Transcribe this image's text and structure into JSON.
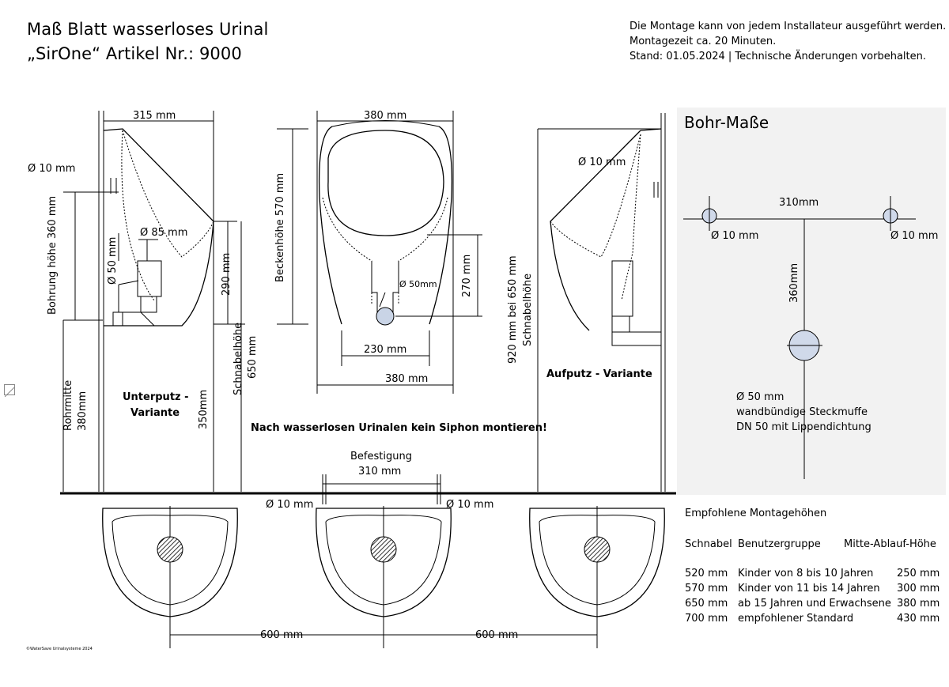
{
  "header": {
    "title_line1": "Maß Blatt wasserloses Urinal",
    "title_line2": "„SirOne“ Artikel Nr.: 9000",
    "note_line1": "Die Montage kann von jedem Installateur ausgeführt werden.",
    "note_line2": "Montagezeit ca. 20 Minuten.",
    "note_line3": "Stand: 01.05.2024 | Technische Änderungen vorbehalten."
  },
  "side_left": {
    "width": "315 mm",
    "drill_dia": "Ø 10 mm",
    "drill_height": "Bohrung höhe 360 mm",
    "dia_85": "Ø 85 mm",
    "dia_50": "Ø 50 mm",
    "h290": "290 mm",
    "h350": "350mm",
    "schnabel": "Schnabelhöhe",
    "schnabel_val": "650 mm",
    "rohrmitte": "Rohrmitte",
    "rohrmitte_val": "380mm",
    "variant_line1": "Unterputz -",
    "variant_line2": "Variante"
  },
  "front": {
    "top_width": "380 mm",
    "basin_height": "Beckenhöhe 570 mm",
    "drain_dia": "Ø 50mm",
    "h270": "270 mm",
    "w230": "230 mm",
    "bottom_width": "380 mm"
  },
  "side_right": {
    "drill_dia": "Ø 10 mm",
    "height_line1": "920 mm bei 650 mm",
    "height_line2": "Schnabelhöhe",
    "variant": "Aufputz - Variante"
  },
  "warning": "Nach wasserlosen Urinalen kein Siphon montieren!",
  "fixing": {
    "label": "Befestigung",
    "distance": "310 mm",
    "dia_left": "Ø 10 mm",
    "dia_right": "Ø 10 mm"
  },
  "spacing": {
    "left": "600 mm",
    "right": "600 mm"
  },
  "bohr": {
    "title": "Bohr-Maße",
    "distance": "310mm",
    "dia_left": "Ø 10 mm",
    "dia_right": "Ø 10 mm",
    "height": "360mm",
    "pipe_line1": "Ø 50 mm",
    "pipe_line2": "wandbündige Steckmuffe",
    "pipe_line3": "DN 50 mit Lippendichtung"
  },
  "table": {
    "title": "Empfohlene Montagehöhen",
    "headers": [
      "Schnabel",
      "Benutzergruppe",
      "Mitte-Ablauf-Höhe"
    ],
    "rows": [
      [
        "520 mm",
        "Kinder von 8 bis 10 Jahren",
        "250 mm"
      ],
      [
        "570 mm",
        "Kinder von 11 bis 14 Jahren",
        "300 mm"
      ],
      [
        "650 mm",
        "ab 15 Jahren und Erwachsene",
        "380 mm"
      ],
      [
        "700 mm",
        "empfohlener Standard",
        "430 mm"
      ]
    ]
  },
  "copyright": "©WaterSave Urinalsysteme 2024"
}
